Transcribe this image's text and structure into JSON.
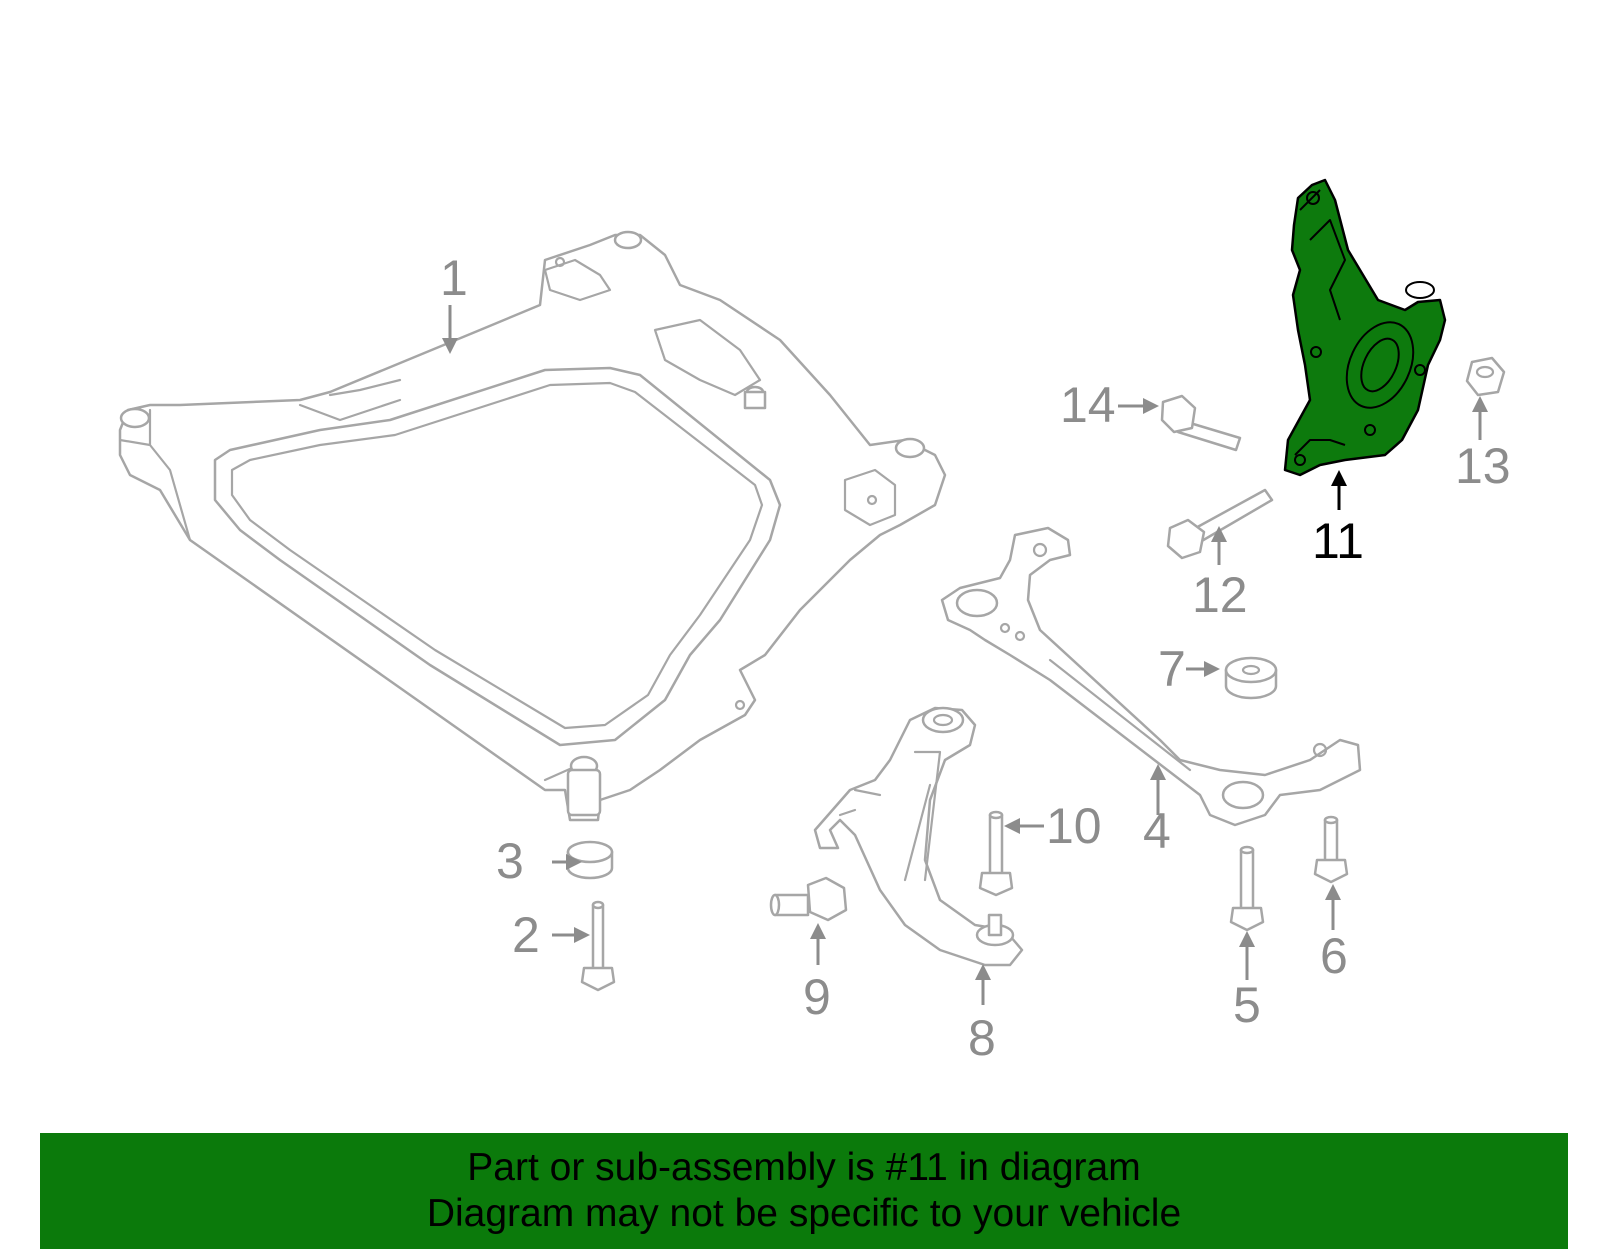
{
  "callouts": [
    {
      "id": "1",
      "label": "1",
      "highlighted": false
    },
    {
      "id": "2",
      "label": "2",
      "highlighted": false
    },
    {
      "id": "3",
      "label": "3",
      "highlighted": false
    },
    {
      "id": "4",
      "label": "4",
      "highlighted": false
    },
    {
      "id": "5",
      "label": "5",
      "highlighted": false
    },
    {
      "id": "6",
      "label": "6",
      "highlighted": false
    },
    {
      "id": "7",
      "label": "7",
      "highlighted": false
    },
    {
      "id": "8",
      "label": "8",
      "highlighted": false
    },
    {
      "id": "9",
      "label": "9",
      "highlighted": false
    },
    {
      "id": "10",
      "label": "10",
      "highlighted": false
    },
    {
      "id": "11",
      "label": "11",
      "highlighted": true
    },
    {
      "id": "12",
      "label": "12",
      "highlighted": false
    },
    {
      "id": "13",
      "label": "13",
      "highlighted": false
    },
    {
      "id": "14",
      "label": "14",
      "highlighted": false
    }
  ],
  "banner": {
    "line1": "Part or sub-assembly is #11 in diagram",
    "line2": "Diagram may not be specific to your vehicle"
  },
  "colors": {
    "highlight": "#0d7a0d",
    "banner_bg": "#0b7a0b",
    "part_outline": "#a6a6a6",
    "callout_text": "#8c8c8c"
  }
}
